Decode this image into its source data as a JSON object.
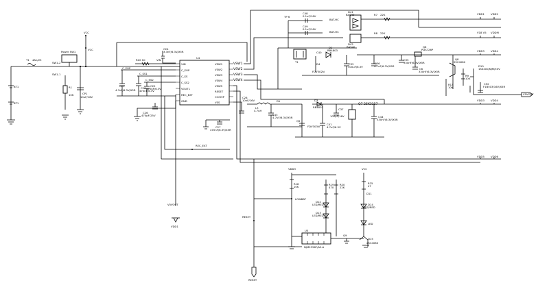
{
  "labels": {
    "t1": "T1",
    "t1_val": "4Ah/25",
    "power_sw": "Power SW1",
    "pwr_sw_pin": "SW1-2",
    "sw1_1": "SW1-1",
    "bt1": "BT1",
    "bt2": "BT1",
    "r1": "R1",
    "r1_val": "10K",
    "cp1": "CP1",
    "cp1_val": "10uF/16V",
    "vcc_top": "VCC",
    "vcc": "VCC",
    "c_sop": "C_SOP",
    "c25": "C25",
    "c25_val": "4.7nF/6.3V/X5R",
    "c23": "C23",
    "c23_val": "470nF/6.3V",
    "c22": "C22",
    "c22_val": "470nF/6.3V",
    "c_ss1": "C_SS1",
    "c_ss2": "C_SS2",
    "r22": "R22 1K",
    "vin": "VIN",
    "c24": "C24",
    "c24_val": "3.3nF/6.3V/X5R",
    "c26": "C26",
    "c26_val": "470pF/25V",
    "u4": "U4",
    "pin_vin": "VIN",
    "pin_csop": "C_SOP",
    "pin_css": "C_SS",
    "pin_css2": "C_SS2",
    "pin_vout1": "VOUT1",
    "pin_rec": "REC_EXT",
    "pin_gnd": "GND",
    "pin_vsw1": "VSW1",
    "pin_vsw2": "VSW2",
    "pin_vsw3": "VSW3",
    "pin_vsw4": "VSW4",
    "pin_vsw5": "VSW5",
    "pin_reset": "RESET",
    "pin_ccomp": "CCOMP",
    "pin_vss": "VSS",
    "net_vsw1": "VSW1",
    "net_vsw2": "VSW2",
    "net_vsw3": "VSW3",
    "net_vsw4": "VSW4",
    "c28": "C28",
    "c28_val": "10nF/16V",
    "c27": "C27",
    "c27_val": "470nF/6.3V/X5R",
    "rec_ext": "REC_EXT",
    "l3": "L3",
    "l3_val": "4.7uH",
    "c43": "C43",
    "c43_val": "4.7uF/6.3V/X5R",
    "d1": "D1",
    "d1_val": "FDV302N",
    "c40": "C40",
    "c40_val": "C40",
    "q5": "Q5",
    "q5_val": "FDV303N",
    "c41": "C41",
    "c41_val": "4.7uF/6.3V",
    "d3": "D3",
    "d3_val": "RB4803",
    "c37": "C37",
    "c37_val": "100pF/16V",
    "q7": "Q7",
    "q7_val": "2SK3357",
    "c44": "C44",
    "c44_val": "330nF/6.3V/X5R",
    "tp6": "TP 6",
    "c48": "C48",
    "c48_val": "0.1uF/16V",
    "c49": "C49",
    "c49_val": "0.1uF/16V",
    "bat_hc": "BAT-HC",
    "d41": "D41",
    "d41_val": "BAS40",
    "d42": "D42",
    "d42_val": "BAS40",
    "r7": "R7",
    "r7_val": "22K",
    "r8": "R8",
    "r8_val": "22K",
    "tx1": "T1",
    "d2": "D2",
    "d2_val": "RB4803",
    "d4": "D4",
    "d4_val": "FDV302N",
    "c32": "C32",
    "c32_val": "100uF/6.3V",
    "c36": "C36",
    "c36_val": "4.7uF/6.3V/X5R",
    "c35": "C35",
    "c35_val": "330nF/6.3V/X5R",
    "c6": "C6",
    "c6_val": "330nF/6.3V/X5R",
    "q6": "Q6",
    "q6_val": "PDS726P",
    "q8": "Q8",
    "q8_val": "2SC4080",
    "r9": "R9",
    "r9_val": "10K",
    "r13": "R13",
    "r13_val": "10K",
    "d10": "D10",
    "d10_val": "1SS400/NJM/50V",
    "c52": "C52",
    "c52_val": "F1B503/16V/X5R",
    "vdd1": "VDD1",
    "vdd2": "VDD2",
    "vdd3": "VDD3",
    "vdd4": "VDD4",
    "vdd5": "VDD5",
    "v18": "V18 V5",
    "vddmem": "VDDM",
    "v5vout": "V5VOUT",
    "vdd_mid": "VDD3",
    "vdd_mid2": "VDD4",
    "vdd_b1": "VDD5",
    "vdd_b2": "VDD6",
    "vdd3_lower": "VDD3",
    "r18": "R18",
    "r18_val": "10K",
    "r19": "R19",
    "r19_val": "470",
    "r20": "R20",
    "r20_val": "22K",
    "r25": "R25",
    "r25_val": "47",
    "vcc2": "VCC",
    "lowbat": "LOWBAT",
    "vdd3_left": "VDD3",
    "d11": "D11",
    "d11_val": "LED",
    "d12": "D12",
    "d12_val": "LED/RED",
    "d13": "D13",
    "d13_val": "LED/RED",
    "d14": "D14",
    "d14_val": "LED/RED",
    "d15": "D15",
    "d15_val": "2SC4080",
    "u5": "U5",
    "u5_val": "NJM2356F/A2-A",
    "vdd5v": "VDD5",
    "reset_label": "RESET",
    "reset_net": "RESET",
    "reset_pin": "RESET",
    "q9": "Q9",
    "q9_val": "2SC4080"
  }
}
